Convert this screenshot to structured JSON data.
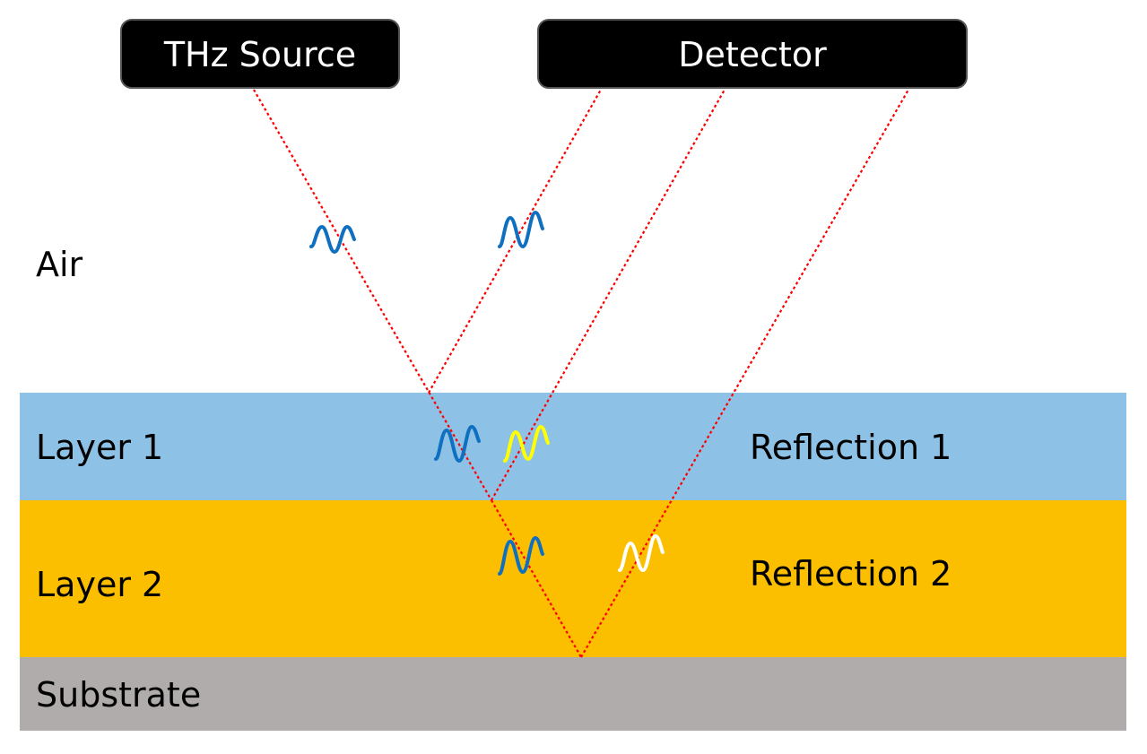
{
  "boxes": {
    "source": "THz Source",
    "detector": "Detector"
  },
  "labels": {
    "air": "Air",
    "layer1": "Layer 1",
    "layer2": "Layer 2",
    "substrate": "Substrate",
    "reflection1": "Reflection 1",
    "reflection2": "Reflection 2"
  },
  "colors": {
    "background": "#ffffff",
    "box_fill": "#000000",
    "box_text": "#ffffff",
    "layer1": "#8dc2e6",
    "layer2": "#fcbf00",
    "substrate": "#b0acab",
    "ray": "#ff0000",
    "wave_incident": "#1070c0",
    "wave_reflection1": "#ffff00",
    "wave_reflection2": "#ffffff"
  },
  "icons": {
    "wave": "sine-wave-icon"
  }
}
